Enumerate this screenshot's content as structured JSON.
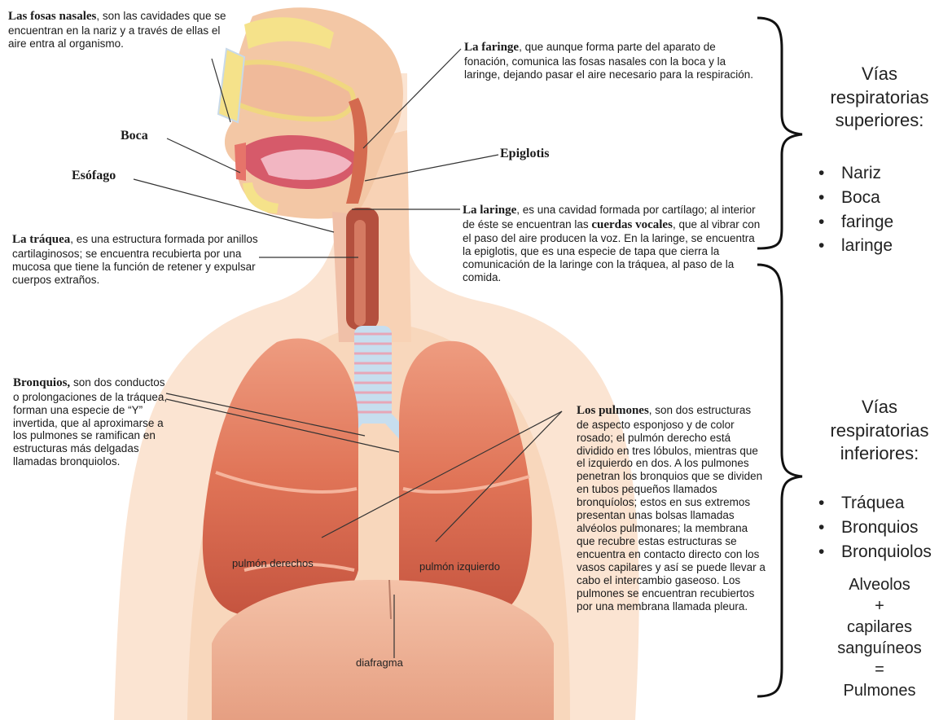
{
  "descriptions": {
    "fosas_nasales": {
      "term": "Las fosas nasales",
      "text": ", son las cavidades que se encuentran en la nariz y a través de ellas el aire entra al organismo."
    },
    "faringe": {
      "term": "La faringe",
      "text": ", que aunque forma parte del aparato de fonación, comunica las fosas nasales con la boca y la laringe, dejando pasar el aire necesario para la respiración."
    },
    "traquea": {
      "term": "La tráquea",
      "text": ", es una estructura formada por anillos cartilaginosos; se encuentra recubierta por una mucosa que tiene la función de retener y expulsar cuerpos extraños."
    },
    "laringe": {
      "term": "La laringe",
      "text_a": ", es una cavidad formada por cartílago; al interior de éste se encuentran las ",
      "term_b": "cuerdas vocales",
      "text_b": ", que al vibrar con el paso del aire producen la voz. En la laringe, se encuentra la epiglotis, que es una especie de tapa que cierra la comunicación de la laringe con la tráquea, al paso de la comida."
    },
    "bronquios": {
      "term": "Bronquios,",
      "text": " son dos conductos o prolongaciones de la tráquea, forman una especie de “Y” invertida, que al aproximarse a los pulmones se ramifican en estructuras más delgadas llamadas bronquiolos."
    },
    "pulmones": {
      "term": "Los pulmones",
      "text": ", son dos estructuras de aspecto esponjoso y de color rosado; el pulmón derecho está dividido en tres lóbulos, mientras que el izquierdo en dos. A los pulmones penetran los bronquios que se dividen en tubos pequeños llamados bronquíolos; estos en sus extremos presentan unas bolsas llamadas alvéolos pulmonares; la membrana que recubre estas estructuras se encuentra en contacto directo con los vasos capilares y así se puede llevar a cabo el intercambio gaseoso. Los pulmones se encuentran recubiertos por una membrana llamada pleura."
    }
  },
  "labels": {
    "boca": "Boca",
    "esofago": "Esófago",
    "epiglotis": "Epiglotis",
    "pulmon_derecho": "pulmón derechos",
    "pulmon_izquierdo": "pulmón izquierdo",
    "diafragma": "diafragma"
  },
  "superiores": {
    "title_lines": [
      "Vías",
      "respiratorias",
      "superiores:"
    ],
    "items": [
      "Nariz",
      "Boca",
      "faringe",
      "laringe"
    ]
  },
  "inferiores": {
    "title_lines": [
      "Vías",
      "respiratorias",
      "inferiores:"
    ],
    "items": [
      "Tráquea",
      "Bronquios",
      "Bronquiolos"
    ],
    "formula": [
      "Alveolos",
      "+",
      "capilares",
      "sanguíneos",
      "=",
      "Pulmones"
    ]
  },
  "colors": {
    "skin": "#f7c9a6",
    "skin_dark": "#eeb08a",
    "lung": "#e27a5c",
    "lung_dark": "#c9533d",
    "trachea_ring": "#b8d4ea",
    "yellow_tissue": "#f5e28a",
    "diaphragm": "#f0b79d"
  }
}
